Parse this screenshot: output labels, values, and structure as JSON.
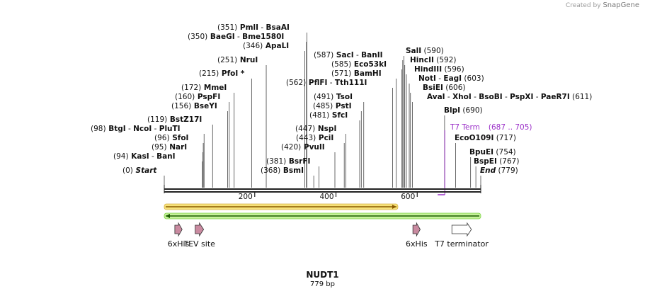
{
  "credit": {
    "prefix": "Created by",
    "brand": "SnapGene"
  },
  "colors": {
    "backbone": "#222222",
    "site_line": "#444444",
    "terminator_label": "#9b30c8",
    "orf_yellow": "#f6e27a",
    "orf_yellow_edge": "#d9b34a",
    "orf_yellow_arrow": "#8a5a00",
    "orf_green": "#c6f29a",
    "orf_green_edge": "#7fd44a",
    "orf_green_arrow": "#1a5a00",
    "feature_pink": "#c98aa0",
    "feature_white": "#ffffff"
  },
  "sequence": {
    "name": "NUDT1",
    "length_label": "779 bp",
    "length": 779
  },
  "ruler": {
    "ticks": [
      {
        "pos": 200,
        "label": "200"
      },
      {
        "pos": 400,
        "label": "400"
      },
      {
        "pos": 600,
        "label": "600"
      }
    ]
  },
  "sites": [
    {
      "pos": 0,
      "pos_label": "(0)",
      "names": [
        "Start"
      ],
      "italic": true
    },
    {
      "pos": 94,
      "pos_label": "(94)",
      "names": [
        "KasI",
        "BanI"
      ]
    },
    {
      "pos": 95,
      "pos_label": "(95)",
      "names": [
        "NarI"
      ]
    },
    {
      "pos": 96,
      "pos_label": "(96)",
      "names": [
        "SfoI"
      ]
    },
    {
      "pos": 98,
      "pos_label": "(98)",
      "names": [
        "BtgI",
        "NcoI",
        "PluTI"
      ]
    },
    {
      "pos": 119,
      "pos_label": "(119)",
      "names": [
        "BstZ17I"
      ]
    },
    {
      "pos": 156,
      "pos_label": "(156)",
      "names": [
        "BseYI"
      ]
    },
    {
      "pos": 160,
      "pos_label": "(160)",
      "names": [
        "PspFI"
      ]
    },
    {
      "pos": 172,
      "pos_label": "(172)",
      "names": [
        "MmeI"
      ]
    },
    {
      "pos": 215,
      "pos_label": "(215)",
      "names": [
        "PfoI *"
      ]
    },
    {
      "pos": 251,
      "pos_label": "(251)",
      "names": [
        "NruI"
      ]
    },
    {
      "pos": 346,
      "pos_label": "(346)",
      "names": [
        "ApaLI"
      ]
    },
    {
      "pos": 350,
      "pos_label": "(350)",
      "names": [
        "BaeGI",
        "Bme1580I"
      ]
    },
    {
      "pos": 351,
      "pos_label": "(351)",
      "names": [
        "PmlI",
        "BsaAI"
      ]
    },
    {
      "pos": 368,
      "pos_label": "(368)",
      "names": [
        "BsmI"
      ]
    },
    {
      "pos": 381,
      "pos_label": "(381)",
      "names": [
        "BsrFI"
      ]
    },
    {
      "pos": 420,
      "pos_label": "(420)",
      "names": [
        "PvuII"
      ]
    },
    {
      "pos": 443,
      "pos_label": "(443)",
      "names": [
        "PciI"
      ]
    },
    {
      "pos": 447,
      "pos_label": "(447)",
      "names": [
        "NspI"
      ]
    },
    {
      "pos": 481,
      "pos_label": "(481)",
      "names": [
        "SfcI"
      ]
    },
    {
      "pos": 485,
      "pos_label": "(485)",
      "names": [
        "PstI"
      ]
    },
    {
      "pos": 491,
      "pos_label": "(491)",
      "names": [
        "TsoI"
      ]
    },
    {
      "pos": 562,
      "pos_label": "(562)",
      "names": [
        "PflFI",
        "Tth111I"
      ]
    },
    {
      "pos": 571,
      "pos_label": "(571)",
      "names": [
        "BamHI"
      ]
    },
    {
      "pos": 585,
      "pos_label": "(585)",
      "names": [
        "Eco53kI"
      ]
    },
    {
      "pos": 587,
      "pos_label": "(587)",
      "names": [
        "SacI",
        "BanII"
      ]
    },
    {
      "pos": 590,
      "pos_label": "(590)",
      "names": [
        "SalI"
      ]
    },
    {
      "pos": 592,
      "pos_label": "(592)",
      "names": [
        "HincII"
      ]
    },
    {
      "pos": 596,
      "pos_label": "(596)",
      "names": [
        "HindIII"
      ]
    },
    {
      "pos": 603,
      "pos_label": "(603)",
      "names": [
        "NotI",
        "EagI"
      ]
    },
    {
      "pos": 606,
      "pos_label": "(606)",
      "names": [
        "BsiEI"
      ]
    },
    {
      "pos": 611,
      "pos_label": "(611)",
      "names": [
        "AvaI",
        "XhoI",
        "BsoBI",
        "PspXI",
        "PaeR7I"
      ]
    },
    {
      "pos": 690,
      "pos_label": "(690)",
      "names": [
        "BlpI"
      ]
    },
    {
      "pos": 717,
      "pos_label": "(717)",
      "names": [
        "EcoO109I"
      ]
    },
    {
      "pos": 754,
      "pos_label": "(754)",
      "names": [
        "BpuEI"
      ]
    },
    {
      "pos": 767,
      "pos_label": "(767)",
      "names": [
        "BspEI"
      ]
    },
    {
      "pos": 779,
      "pos_label": "(779)",
      "names": [
        "End"
      ],
      "italic": true
    }
  ],
  "terminator_site": {
    "start": 687,
    "end": 705,
    "name": "T7 Term",
    "range_label": "(687 .. 705)"
  },
  "orfs": [
    {
      "start": 0,
      "end": 575,
      "strand": "forward",
      "style": "yellow"
    },
    {
      "start": 0,
      "end": 779,
      "strand": "reverse",
      "style": "green"
    }
  ],
  "features": [
    {
      "start": 26,
      "end": 44,
      "label": "6xHis",
      "style": "pink"
    },
    {
      "start": 76,
      "end": 97,
      "label": "TEV site",
      "style": "pink"
    },
    {
      "start": 612,
      "end": 630,
      "label": "6xHis",
      "style": "pink"
    },
    {
      "start": 708,
      "end": 756,
      "label": "T7 terminator",
      "style": "white"
    }
  ]
}
